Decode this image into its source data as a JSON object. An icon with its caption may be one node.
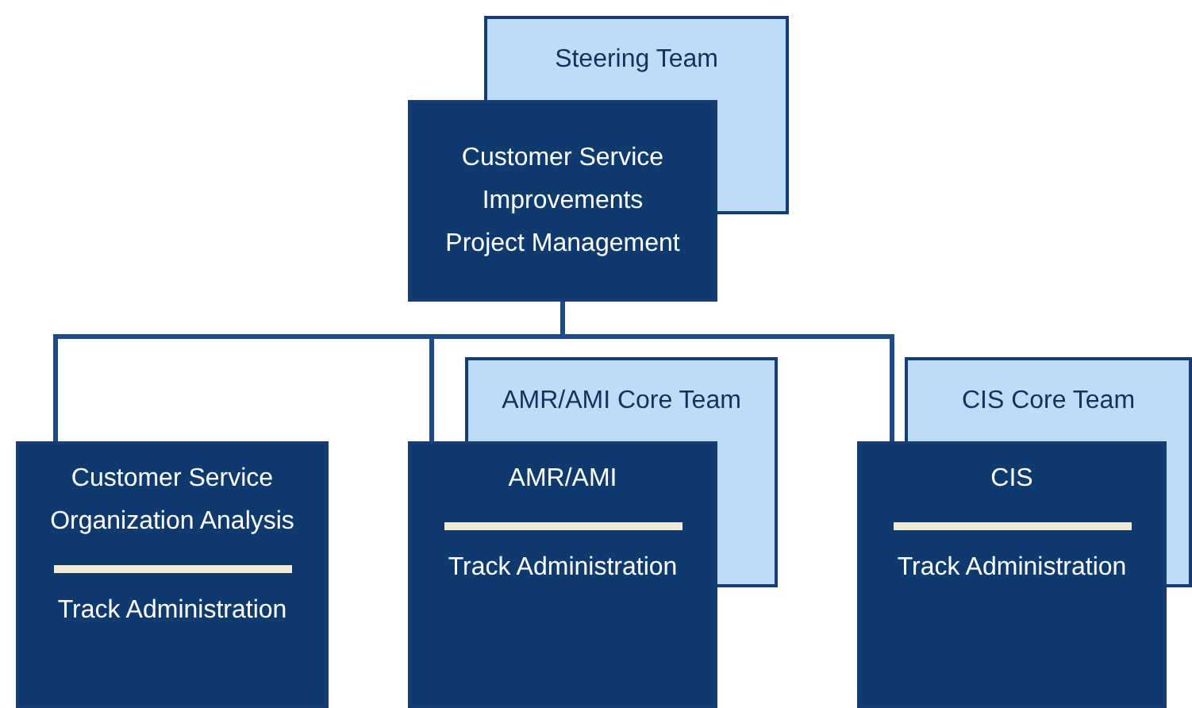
{
  "diagram": {
    "nodes": [
      {
        "text": [
          "Steering Team"
        ]
      },
      {
        "text": [
          "Customer Service Improvements Project Management"
        ]
      },
      {
        "text": [
          "Customer Service Organization Analysis",
          "Track Administration"
        ]
      },
      {
        "text": [
          "AMR/AMI Core Team"
        ]
      },
      {
        "text": [
          "AMR/AMI",
          "Track Administration"
        ]
      },
      {
        "text": [
          "CIS Core Team"
        ]
      },
      {
        "text": [
          "CIS",
          "Track Administration"
        ]
      }
    ],
    "edges": [
      {
        "from": 1,
        "to": 2,
        "arrow": "none"
      },
      {
        "from": 1,
        "to": 4,
        "arrow": "none"
      },
      {
        "from": 1,
        "to": 6,
        "arrow": "none"
      }
    ]
  }
}
